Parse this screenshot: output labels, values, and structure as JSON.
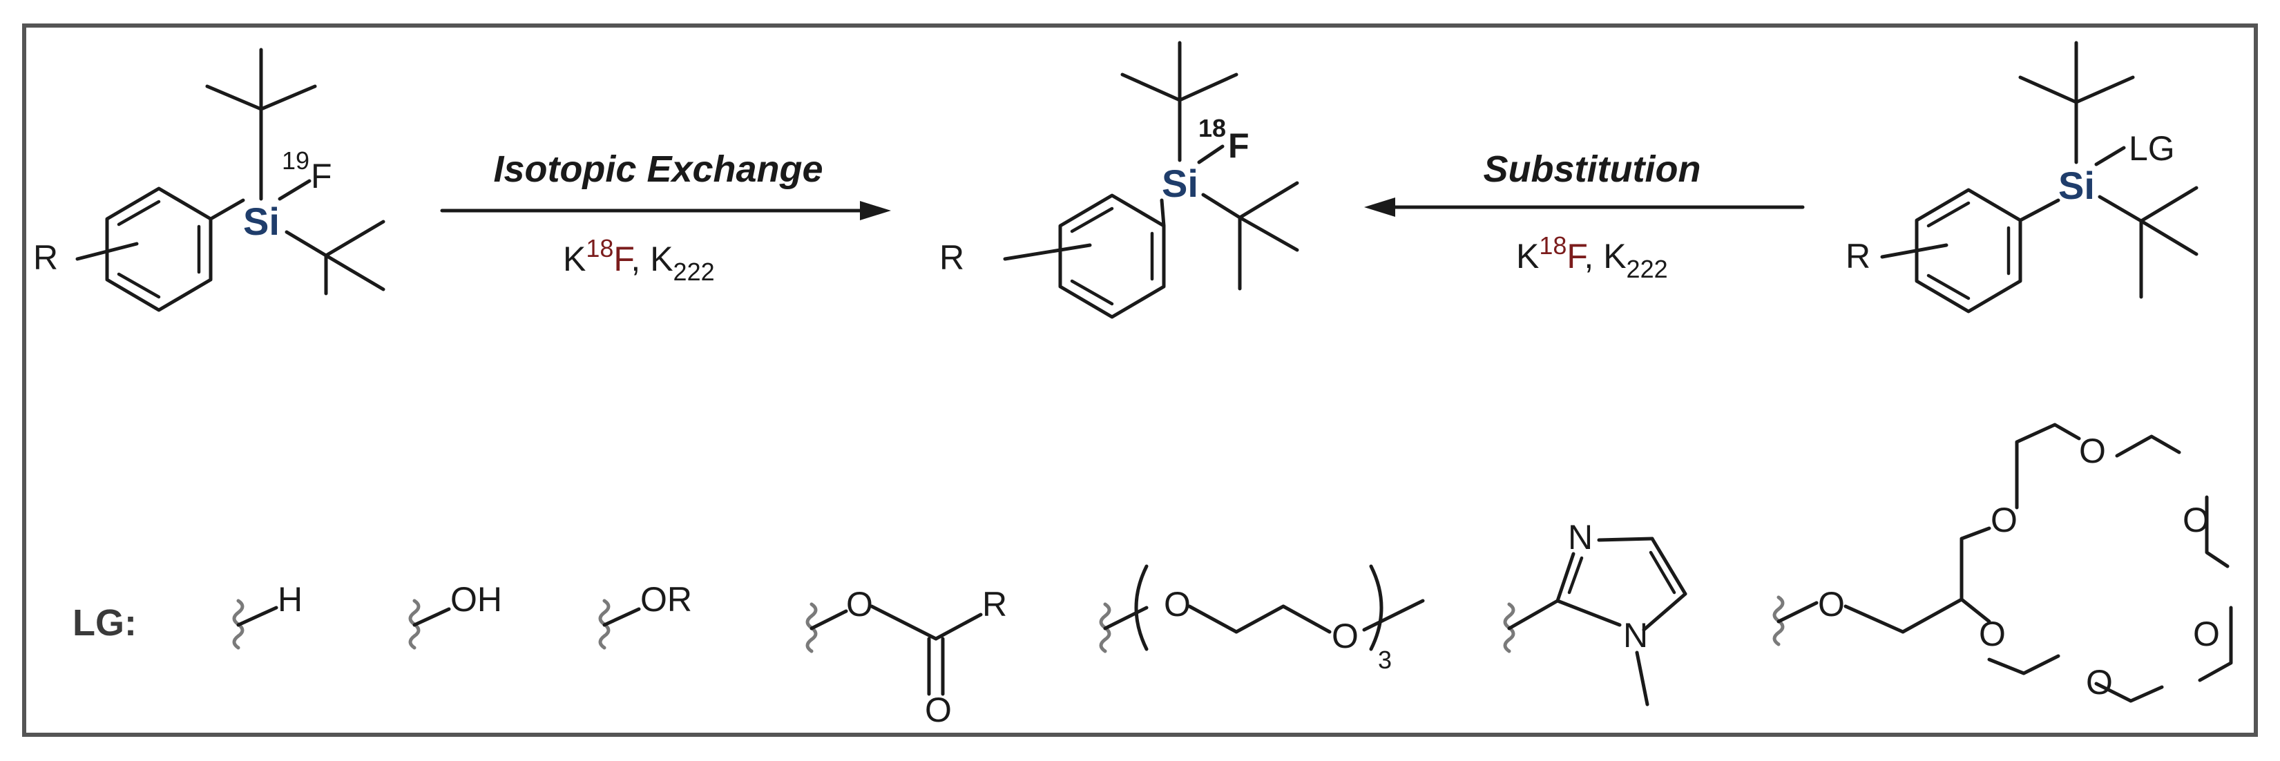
{
  "colors": {
    "silicon": "#1f3d6b",
    "fluorine18": "#7b1c1c",
    "frame": "#555555",
    "wavy": "#7a7a7a"
  },
  "left_molecule": {
    "substituent": "R",
    "silicon": "Si",
    "fluorine_mass": "19",
    "fluorine": "F"
  },
  "center_molecule": {
    "substituent": "R",
    "silicon": "Si",
    "fluorine_mass": "18",
    "fluorine": "F"
  },
  "right_molecule": {
    "substituent": "R",
    "silicon": "Si",
    "leaving_group": "LG"
  },
  "arrow_left": {
    "label": "Isotopic Exchange",
    "reagent_k": "K",
    "reagent_mass": "18",
    "reagent_f": "F",
    "reagent_sep": ", K",
    "reagent_sub": "222"
  },
  "arrow_right": {
    "label": "Substitution",
    "reagent_k": "K",
    "reagent_mass": "18",
    "reagent_f": "F",
    "reagent_sep": ", K",
    "reagent_sub": "222"
  },
  "lg_row": {
    "label": "LG:",
    "hydride": "H",
    "hydroxyl": "OH",
    "alkoxy": "OR",
    "ester_oxygen": "O",
    "ester_r": "R",
    "ester_carbonyl": "O",
    "peg_o1": "O",
    "peg_o2": "O",
    "peg_repeat": "3",
    "imidazole_n1": "N",
    "imidazole_n2": "N",
    "crown_link_o": "O",
    "crown_o": [
      "O",
      "O",
      "O",
      "O",
      "O",
      "O"
    ]
  }
}
